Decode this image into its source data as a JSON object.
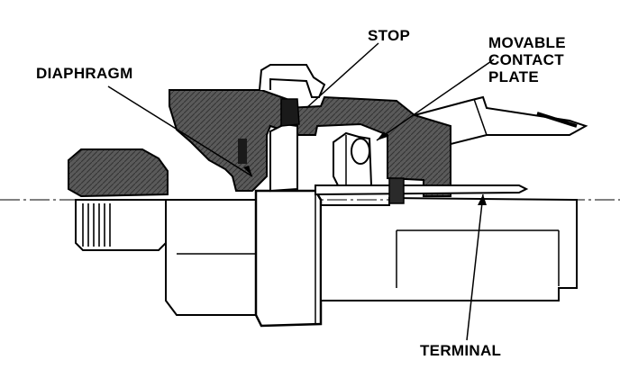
{
  "labels": {
    "stop": "STOP",
    "diaphragm": "DIAPHRAGM",
    "movable_contact_plate": [
      "MOVABLE",
      "CONTACT",
      "PLATE"
    ],
    "terminal": "TERMINAL"
  },
  "colors": {
    "ink": "#000000",
    "shade": "#5a5a5a",
    "dark": "#2a2a2a",
    "paper": "#ffffff"
  }
}
